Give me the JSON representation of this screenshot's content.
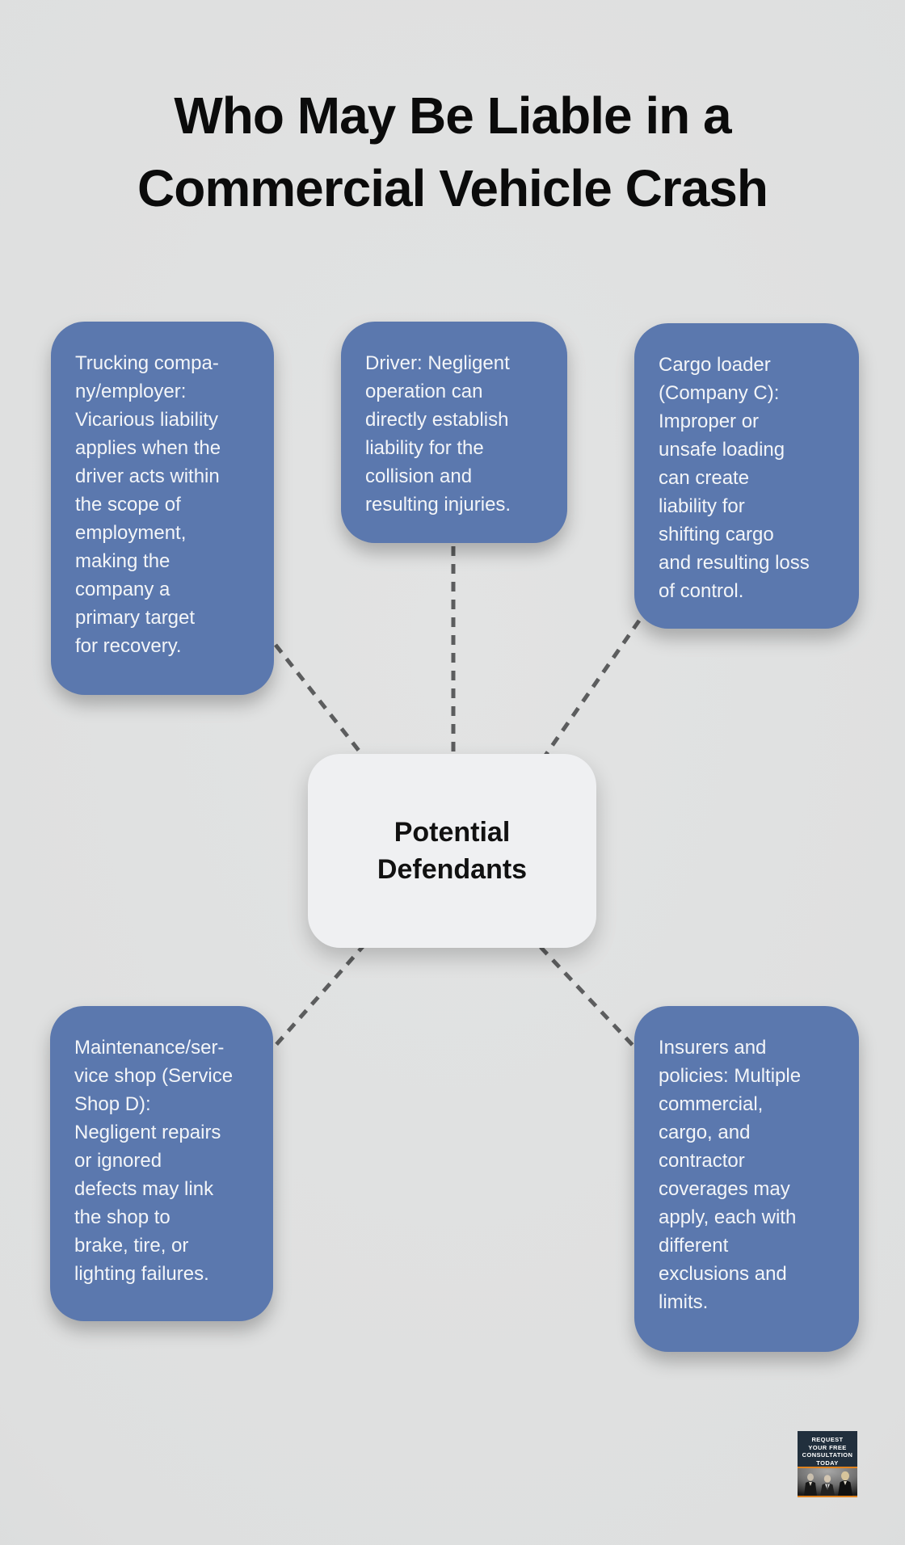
{
  "title": {
    "text": "Who May Be Liable in a\nCommercial Vehicle Crash"
  },
  "center": {
    "label": "Potential\nDefendants"
  },
  "nodes": [
    {
      "id": "trucking-company",
      "text": "Trucking compa-\nny/employer:\nVicarious liability\napplies when the\ndriver acts within\nthe scope of\nemployment,\nmaking the\ncompany a\nprimary target\nfor recovery."
    },
    {
      "id": "driver",
      "text": "Driver: Negligent\noperation can\ndirectly establish\nliability for the\ncollision and\nresulting injuries."
    },
    {
      "id": "cargo-loader",
      "text": "Cargo loader\n(Company C):\nImproper or\nunsafe loading\ncan create\nliability for\nshifting cargo\nand resulting loss\nof control."
    },
    {
      "id": "maintenance-shop",
      "text": "Maintenance/ser-\nvice shop (Service\nShop D):\nNegligent repairs\nor ignored\ndefects may link\nthe shop to\nbrake, tire, or\nlighting failures."
    },
    {
      "id": "insurers",
      "text": "Insurers and\npolicies: Multiple\ncommercial,\ncargo, and\ncontractor\ncoverages may\napply, each with\ndifferent\nexclusions and\nlimits."
    }
  ],
  "badge": {
    "lines": [
      "REQUEST",
      "YOUR FREE",
      "CONSULTATION",
      "TODAY"
    ]
  },
  "colors": {
    "background": "#dedfdf",
    "node_blue": "#5b78ae",
    "node_text": "#f3f5f8",
    "center_bg": "#eff0f2",
    "dash": "#5c5d5e",
    "title_color": "#0b0b0b",
    "badge_navy": "#212f3d",
    "badge_orange": "#e0831f"
  }
}
